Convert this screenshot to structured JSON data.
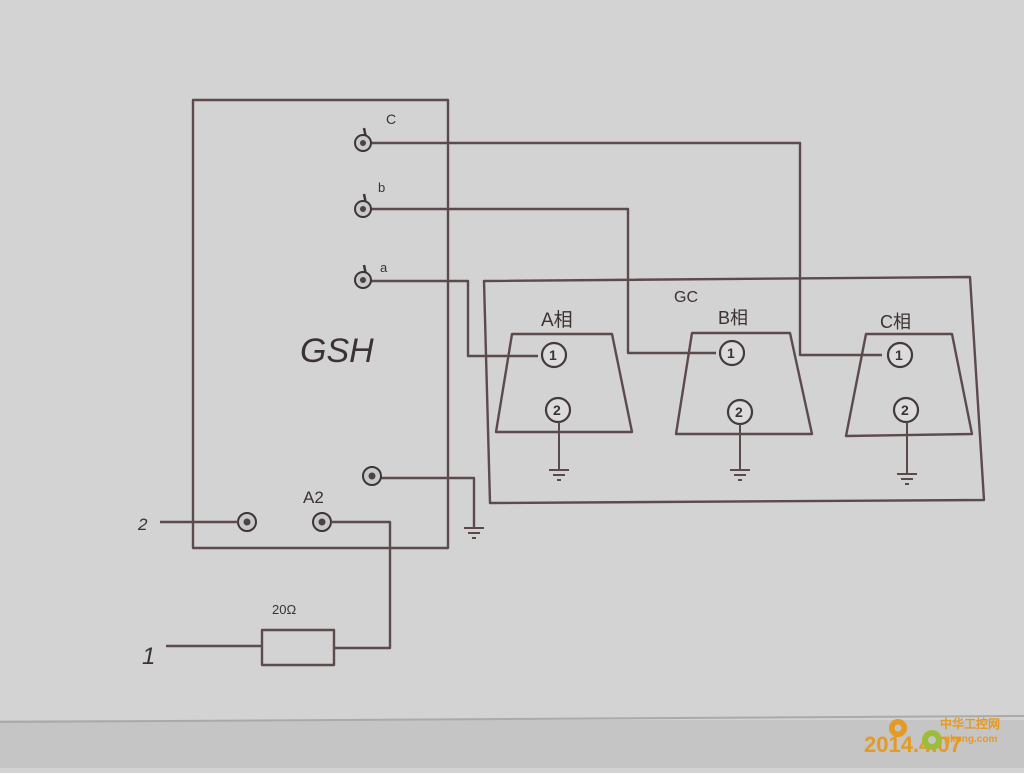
{
  "device": {
    "label": "GSH",
    "terminal_labels": {
      "c": "C",
      "b": "b",
      "a": "a",
      "a2": "A2"
    }
  },
  "external_terminals": {
    "t2": "2",
    "t1": "1"
  },
  "resistor": {
    "label": "20Ω"
  },
  "enclosure": {
    "label": "GC"
  },
  "phases": [
    {
      "id": "a",
      "label": "A相",
      "pin_top": "1",
      "pin_bottom": "2"
    },
    {
      "id": "b",
      "label": "B相",
      "pin_top": "1",
      "pin_bottom": "2"
    },
    {
      "id": "c",
      "label": "C相",
      "pin_top": "1",
      "pin_bottom": "2"
    }
  ],
  "watermark": {
    "site_cn": "中华工控网",
    "site_url": "gkong.com",
    "date": "2014.4.07"
  },
  "colors": {
    "paper": "#d2d3d2",
    "ink": "#5d4a4c",
    "watermark": "#e59a25"
  }
}
